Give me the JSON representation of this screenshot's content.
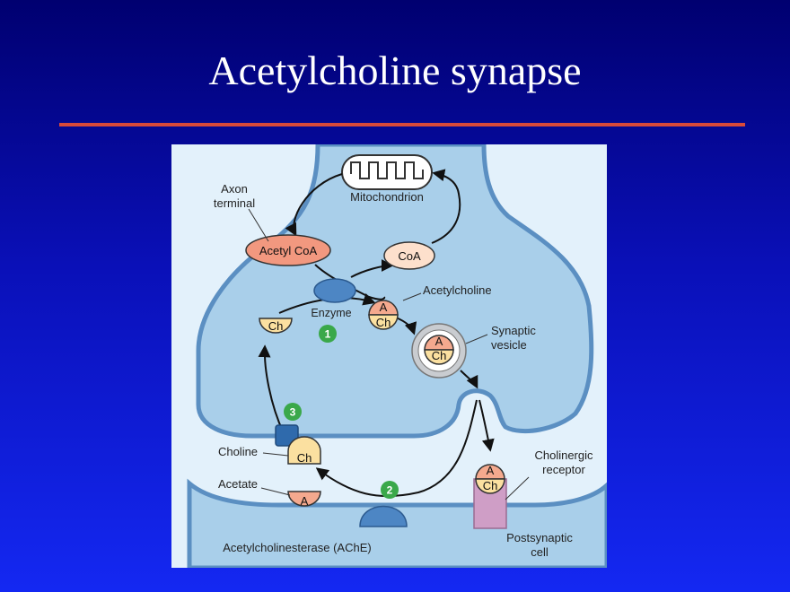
{
  "slide": {
    "title": "Acetylcholine synapse"
  },
  "diagram": {
    "labels": {
      "axon_terminal": [
        "Axon",
        "terminal"
      ],
      "mitochondrion": "Mitochondrion",
      "acetyl_coa": "Acetyl CoA",
      "coa": "CoA",
      "enzyme": "Enzyme",
      "acetylcholine": "Acetylcholine",
      "synaptic_vesicle": [
        "Synaptic",
        "vesicle"
      ],
      "choline": "Choline",
      "acetate": "Acetate",
      "cholinergic_receptor": [
        "Cholinergic",
        "receptor"
      ],
      "ache": "Acetylcholinesterase (AChE)",
      "postsynaptic_cell": [
        "Postsynaptic",
        "cell"
      ]
    },
    "molecule_text": {
      "ch": "Ch",
      "a": "A"
    },
    "steps": [
      "1",
      "2",
      "3"
    ],
    "colors": {
      "terminal_fill": "#a9cfea",
      "terminal_outline": "#5b8fc2",
      "outer_background": "#e3f1fb",
      "acetyl_coa_fill": "#f2987f",
      "coa_fill": "#fde0cc",
      "choline_fill": "#fbe0a0",
      "acetate_fill": "#f4a98e",
      "enzyme_fill": "#4d86c4",
      "transporter_fill": "#2f6aac",
      "receptor_fill": "#cf9ec6",
      "step_badge": "#3aa84a"
    }
  }
}
